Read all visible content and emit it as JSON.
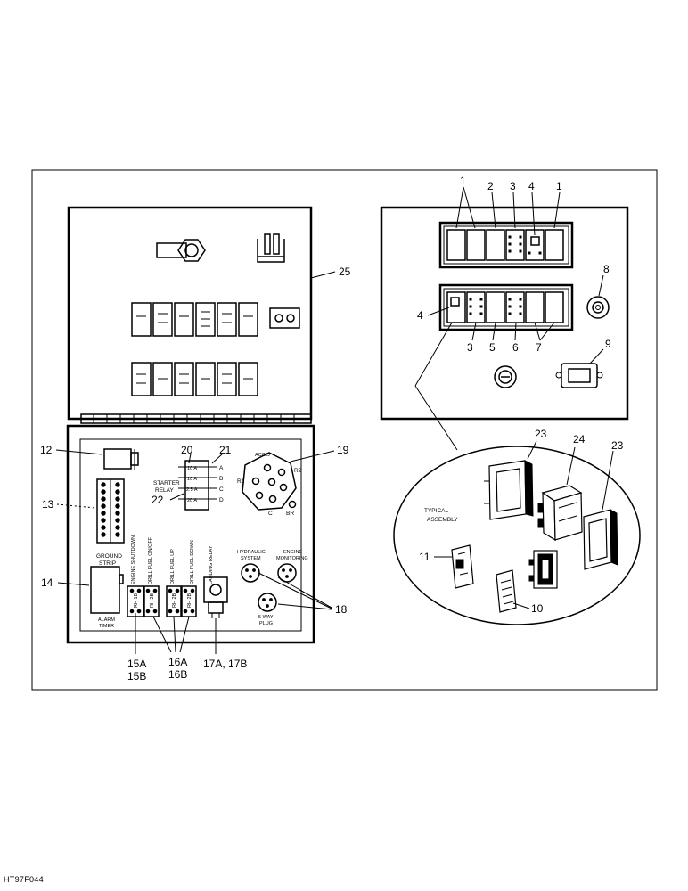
{
  "callouts": {
    "c1a": "1",
    "c2": "2",
    "c3a": "3",
    "c4a": "4",
    "c1b": "1",
    "c25": "25",
    "c8": "8",
    "c4b": "4",
    "c3b": "3",
    "c5": "5",
    "c6": "6",
    "c7": "7",
    "c9": "9",
    "c12": "12",
    "c20": "20",
    "c21": "21",
    "c19": "19",
    "c13": "13",
    "c22": "22",
    "c14": "14",
    "c15": "15A",
    "c15b": "15B",
    "c16": "16A",
    "c16b": "16B",
    "c17": "17A, 17B",
    "c18": "18",
    "c23a": "23",
    "c24": "24",
    "c23b": "23",
    "c11": "11",
    "c10": "10"
  },
  "relay_labels": {
    "starter_1": "STARTER",
    "starter_2": "RELAY",
    "ground_1": "GROUND",
    "ground_2": "STRIP",
    "alarm_1": "ALARM",
    "alarm_2": "TIMER",
    "engine_shutdown": "ENGINE SHUTDOWN",
    "drill_on_off": "DRILL FUEL ON/OFF",
    "drill_up": "DRILL FUEL UP",
    "drill_down": "DRILL FUEL DOWN",
    "landing_relay": "LANDING RELAY",
    "hydraulic_1": "HYDRAULIC",
    "hydraulic_2": "SYSTEM",
    "engine_mon_1": "ENGINE",
    "engine_mon_2": "MONITORING",
    "swpin_1": "5 WAY",
    "swpin_2": "PLUG"
  },
  "fuse_values": {
    "a": "10 A",
    "b": "10 A",
    "c": "2.5 A",
    "d": "20 A"
  },
  "fuse_letters": {
    "a": "A",
    "b": "B",
    "c": "C",
    "d": "D"
  },
  "connector_pins": {
    "acc": "ACC/D",
    "r2": "R2",
    "r1": "R1",
    "c": "C",
    "br": "BR"
  },
  "relay_ids": {
    "a": "RH 1B",
    "b": "RH 2B",
    "c": "RH 2B",
    "d": "RH 2B"
  },
  "assembly": {
    "line1": "TYPICAL",
    "line2": "ASSEMBLY"
  },
  "figure_id": "HT97F044"
}
